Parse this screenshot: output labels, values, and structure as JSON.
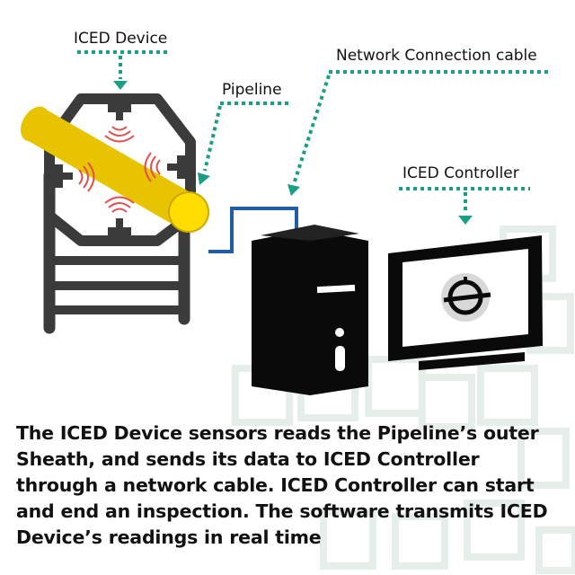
{
  "labels": {
    "iced_device": "ICED Device",
    "pipeline": "Pipeline",
    "network_cable": "Network Connection cable",
    "iced_controller": "ICED Controller"
  },
  "caption": "The ICED Device sensors reads the Pipeline’s outer Sheath, and sends its data to ICED Controller through a network cable. ICED Controller can start and end an inspection. The software transmits ICED Device’s readings in real time",
  "colors": {
    "pointer": "#1a9e86",
    "pipe": "#e8c400",
    "cable": "#1f5fa8",
    "frame": "#3b3b3b",
    "computer": "#0a0a0a",
    "sensor_wave": "#e05050",
    "background_pattern": "#e6eeea"
  }
}
